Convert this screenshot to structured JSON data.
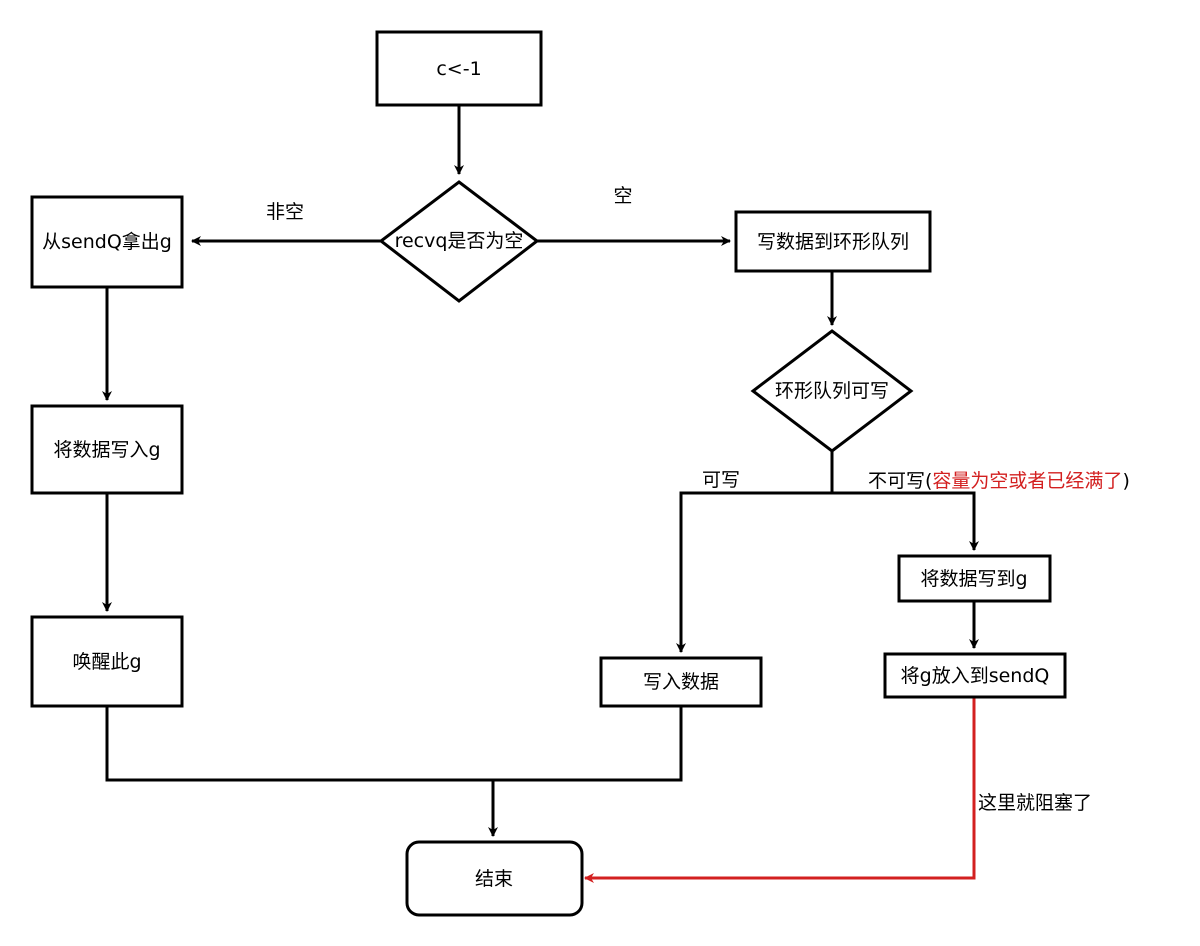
{
  "nodes": {
    "start": "c<-1",
    "decision_recvq": "recvq是否为空",
    "take_from_sendq": "从sendQ拿出g",
    "write_to_g": "将数据写入g",
    "wake_g": "唤醒此g",
    "write_ring": "写数据到环形队列",
    "decision_ring": "环形队列可写",
    "write_data": "写入数据",
    "write_data_to_g": "将数据写到g",
    "put_g_sendq": "将g放入到sendQ",
    "end": "结束"
  },
  "edges": {
    "not_empty": "非空",
    "empty": "空",
    "writable": "可写",
    "not_writable_prefix": "不可写(",
    "not_writable_reason": "容量为空或者已经满了",
    "not_writable_suffix": ")",
    "blocked": "这里就阻塞了"
  },
  "colors": {
    "line": "#000000",
    "highlight": "#d32020"
  }
}
